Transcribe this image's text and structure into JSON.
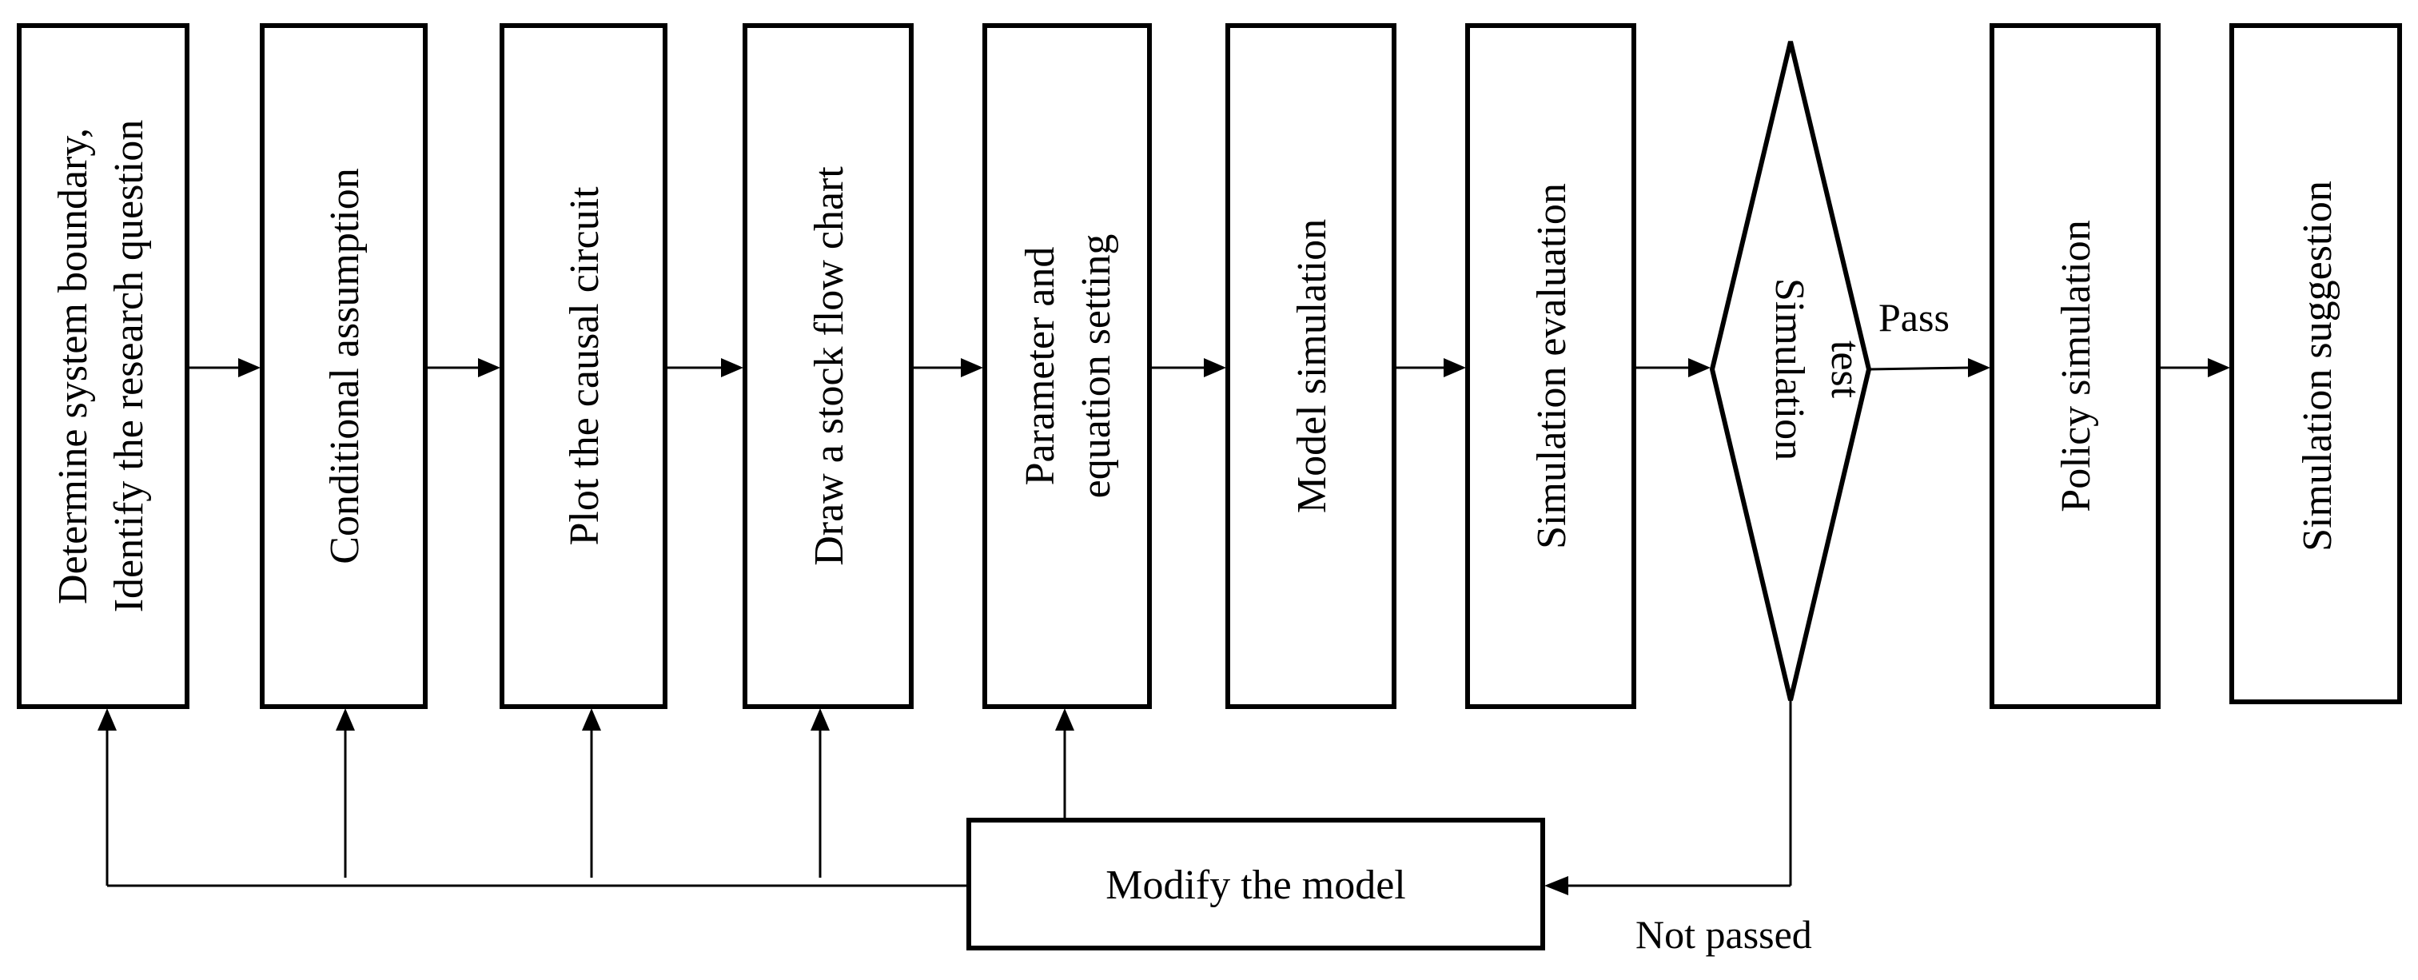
{
  "steps": [
    {
      "id": "determine",
      "lines": [
        "Determine system boundary,",
        "Identify the research question"
      ]
    },
    {
      "id": "conditional",
      "lines": [
        "Conditional assumption"
      ]
    },
    {
      "id": "causal",
      "lines": [
        "Plot the causal circuit"
      ]
    },
    {
      "id": "stockflow",
      "lines": [
        "Draw a stock flow chart"
      ]
    },
    {
      "id": "parameter",
      "lines": [
        "Parameter and",
        "equation setting"
      ]
    },
    {
      "id": "modelsim",
      "lines": [
        "Model simulation"
      ]
    },
    {
      "id": "evaluation",
      "lines": [
        "Simulation evaluation"
      ]
    },
    {
      "id": "policy",
      "lines": [
        "Policy simulation"
      ]
    },
    {
      "id": "suggestion",
      "lines": [
        "Simulation suggestion"
      ]
    }
  ],
  "decision": {
    "lines": [
      "Simulation",
      "test"
    ]
  },
  "modify": {
    "label": "Modify the model"
  },
  "edge_labels": {
    "pass": "Pass",
    "not_passed": "Not passed"
  }
}
